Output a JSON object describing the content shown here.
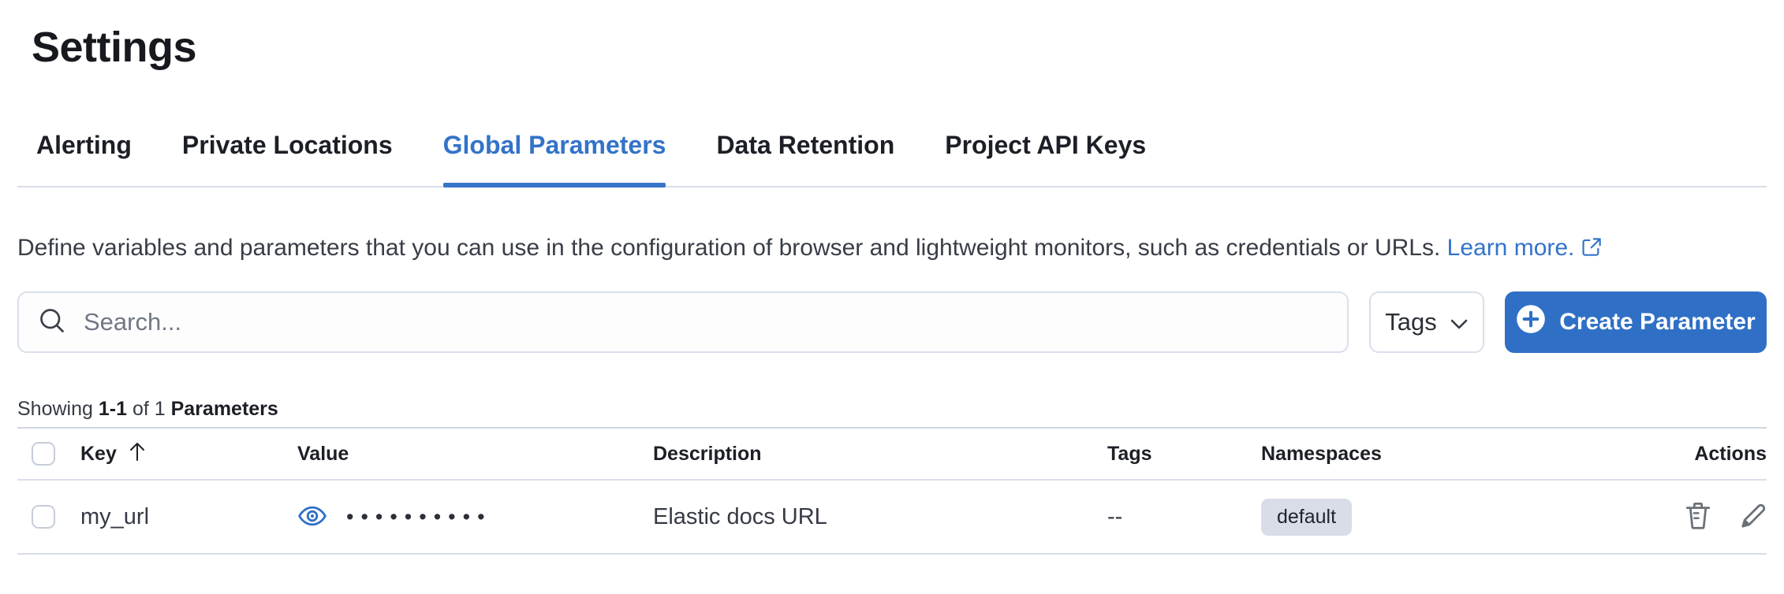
{
  "window": {
    "title": "Settings"
  },
  "tabs": [
    {
      "label": "Alerting",
      "active": false
    },
    {
      "label": "Private Locations",
      "active": false
    },
    {
      "label": "Global Parameters",
      "active": true
    },
    {
      "label": "Data Retention",
      "active": false
    },
    {
      "label": "Project API Keys",
      "active": false
    }
  ],
  "description": {
    "text": "Define variables and parameters that you can use in the configuration of browser and lightweight monitors, such as credentials or URLs.",
    "link_label": "Learn more.",
    "link_icon": "external-link-icon"
  },
  "toolbar": {
    "search_placeholder": "Search...",
    "search_value": "",
    "search_icon": "search-icon",
    "tags_label": "Tags",
    "tags_icon": "chevron-down-icon",
    "create_label": "Create Parameter",
    "create_icon": "plus-in-circle-icon"
  },
  "summary": {
    "showing_label": "Showing",
    "range": "1-1",
    "of_label": "of 1",
    "entity_label": "Parameters"
  },
  "table": {
    "headers": {
      "key": "Key",
      "value": "Value",
      "description": "Description",
      "tags": "Tags",
      "namespaces": "Namespaces",
      "actions": "Actions"
    },
    "sort": {
      "column": "Key",
      "direction": "ascending",
      "icon": "sort-ascending-arrow-icon"
    },
    "rows": [
      {
        "key": "my_url",
        "value_masked": "••••••••••",
        "value_icon": "eye-icon",
        "description": "Elastic docs URL",
        "tags": "--",
        "namespace": "default",
        "action_icons": [
          "trash-icon",
          "pencil-icon"
        ]
      }
    ]
  },
  "colors": {
    "accent_blue": "#3373c9",
    "button_fill": "#2f70c6",
    "tab_underline": "#3575c9",
    "badge_bg": "#d8dde8",
    "divider": "#d9deea",
    "text": "#353a44",
    "heading_text": "#17191f",
    "icon_gray": "#6a7077"
  }
}
